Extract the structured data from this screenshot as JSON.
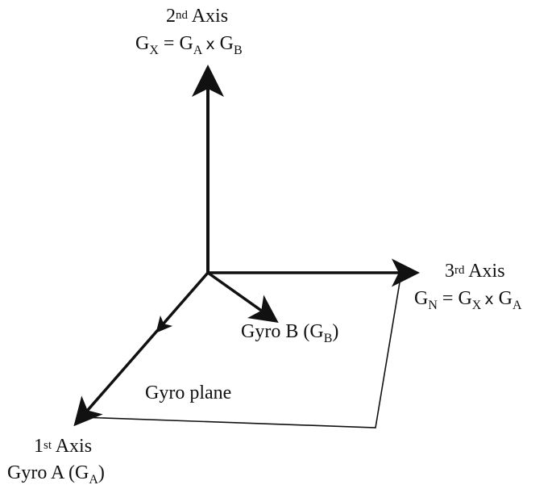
{
  "axis2": {
    "ordinal": "2",
    "suffix": "nd",
    "word": "Axis",
    "formula": {
      "lhs": "G",
      "lhs_sub": "X",
      "eq": "=",
      "a": "G",
      "a_sub": "A",
      "op": "x",
      "b": "G",
      "b_sub": "B"
    }
  },
  "axis3": {
    "ordinal": "3",
    "suffix": "rd",
    "word": "Axis",
    "formula": {
      "lhs": "G",
      "lhs_sub": "N",
      "eq": "=",
      "a": "G",
      "a_sub": "X",
      "op": "x",
      "b": "G",
      "b_sub": "A"
    }
  },
  "axis1": {
    "ordinal": "1",
    "suffix": "st",
    "word": "Axis",
    "gyro": {
      "name": "Gyro A",
      "open": "(",
      "g": "G",
      "g_sub": "A",
      "close": ")"
    }
  },
  "gyro_b": {
    "name": "Gyro B",
    "open": "(",
    "g": "G",
    "g_sub": "B",
    "close": ")"
  },
  "gyro_plane": {
    "label": "Gyro plane"
  },
  "colors": {
    "ink": "#111111",
    "background": "#ffffff"
  }
}
